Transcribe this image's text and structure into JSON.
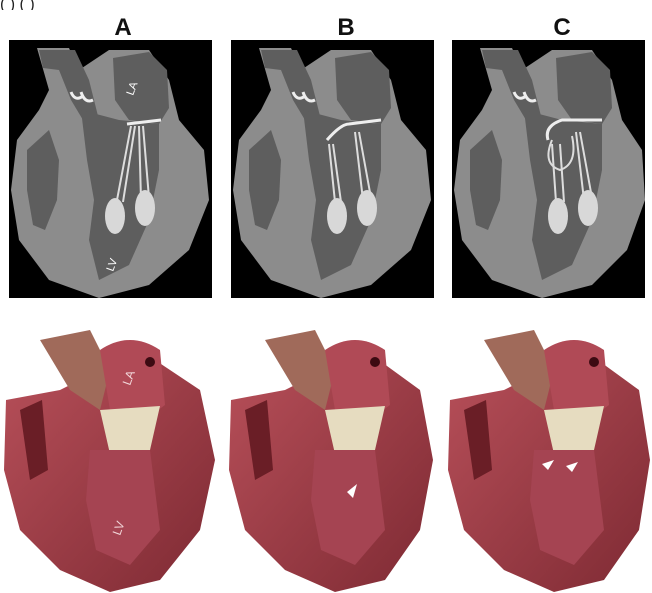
{
  "header_text": "(                    ) (                                              )",
  "panels": [
    {
      "label": "A",
      "la_label": "LA",
      "lv_label": "LV",
      "render_la_label": "LA",
      "render_lv_label": "LV"
    },
    {
      "label": "B"
    },
    {
      "label": "C"
    }
  ],
  "colors": {
    "background_dark": "#000000",
    "heart_outer": "#8c8c8c",
    "heart_inner": "#5e5e5e",
    "render_muscle": "#9b3540",
    "render_highlight": "#c06b73"
  },
  "icons": [
    "arrowhead-marker"
  ]
}
